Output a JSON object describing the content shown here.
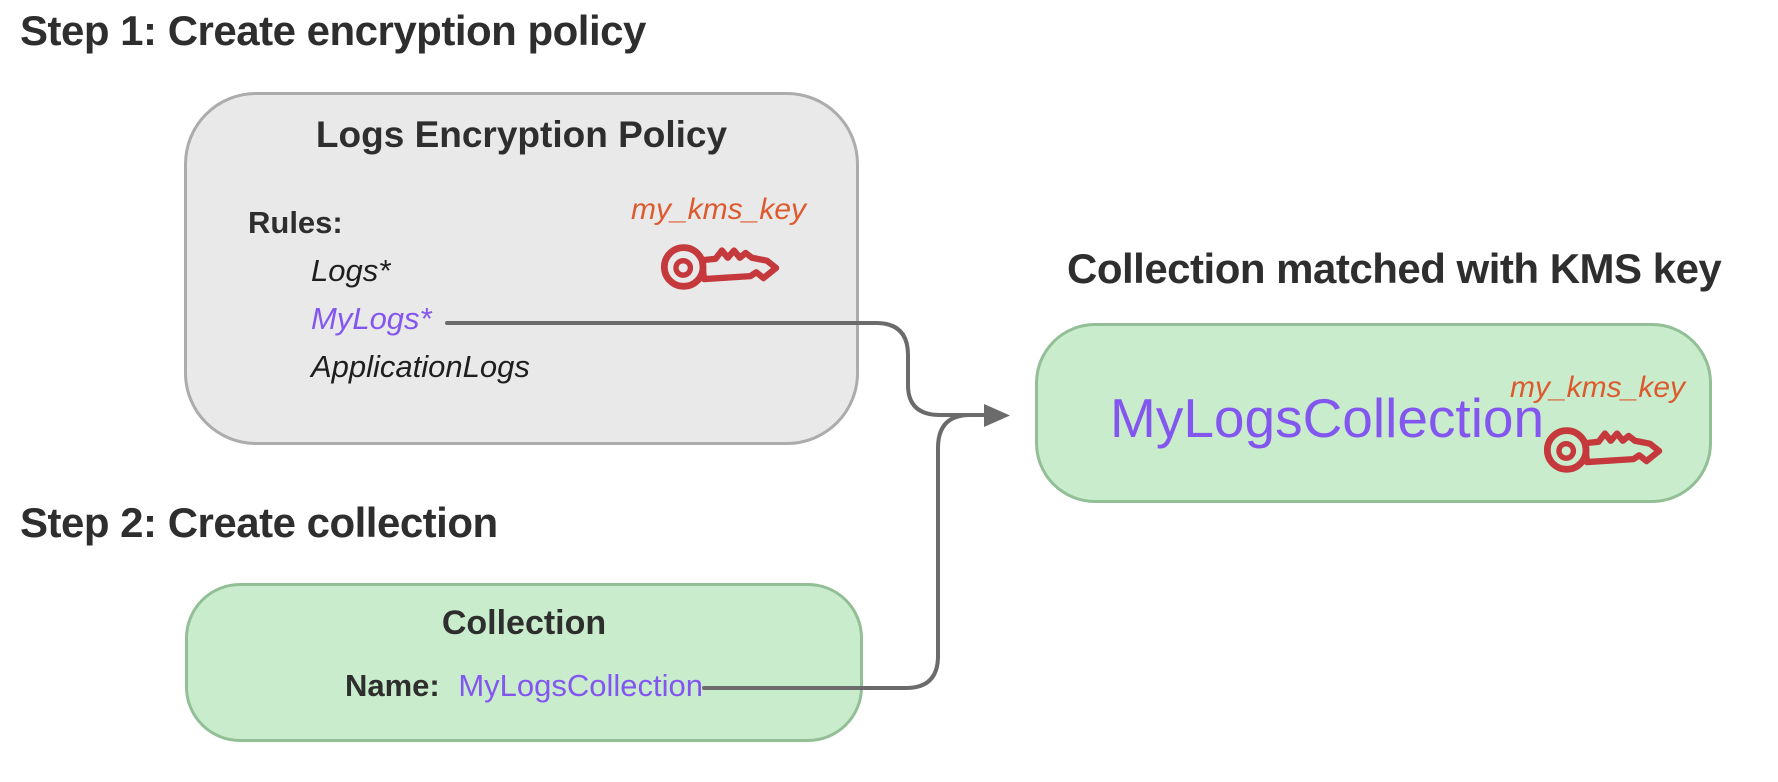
{
  "colors": {
    "heading": "#2e2e2e",
    "body-text": "#222222",
    "purple": "#8456f0",
    "orange": "#dd5a2e",
    "key-red": "#c5393c",
    "gray-fill": "#e9e9e9",
    "gray-border": "#acacac",
    "green-fill": "#c9edcc",
    "green-border": "#92bf95",
    "connector": "#6b6b6b"
  },
  "step1": {
    "heading": "Step 1: Create encryption policy"
  },
  "policy_box": {
    "title": "Logs Encryption Policy",
    "rules_label": "Rules:",
    "rules": [
      {
        "text": "Logs*",
        "highlight": false
      },
      {
        "text": "MyLogs*",
        "highlight": true
      },
      {
        "text": "ApplicationLogs",
        "highlight": false
      }
    ],
    "kms_key_label": "my_kms_key"
  },
  "step2": {
    "heading": "Step 2: Create collection"
  },
  "collection_box": {
    "title": "Collection",
    "name_label": "Name:",
    "name_value": "MyLogsCollection"
  },
  "result": {
    "heading": "Collection matched with KMS key",
    "collection_name": "MyLogsCollection",
    "kms_key_label": "my_kms_key"
  }
}
